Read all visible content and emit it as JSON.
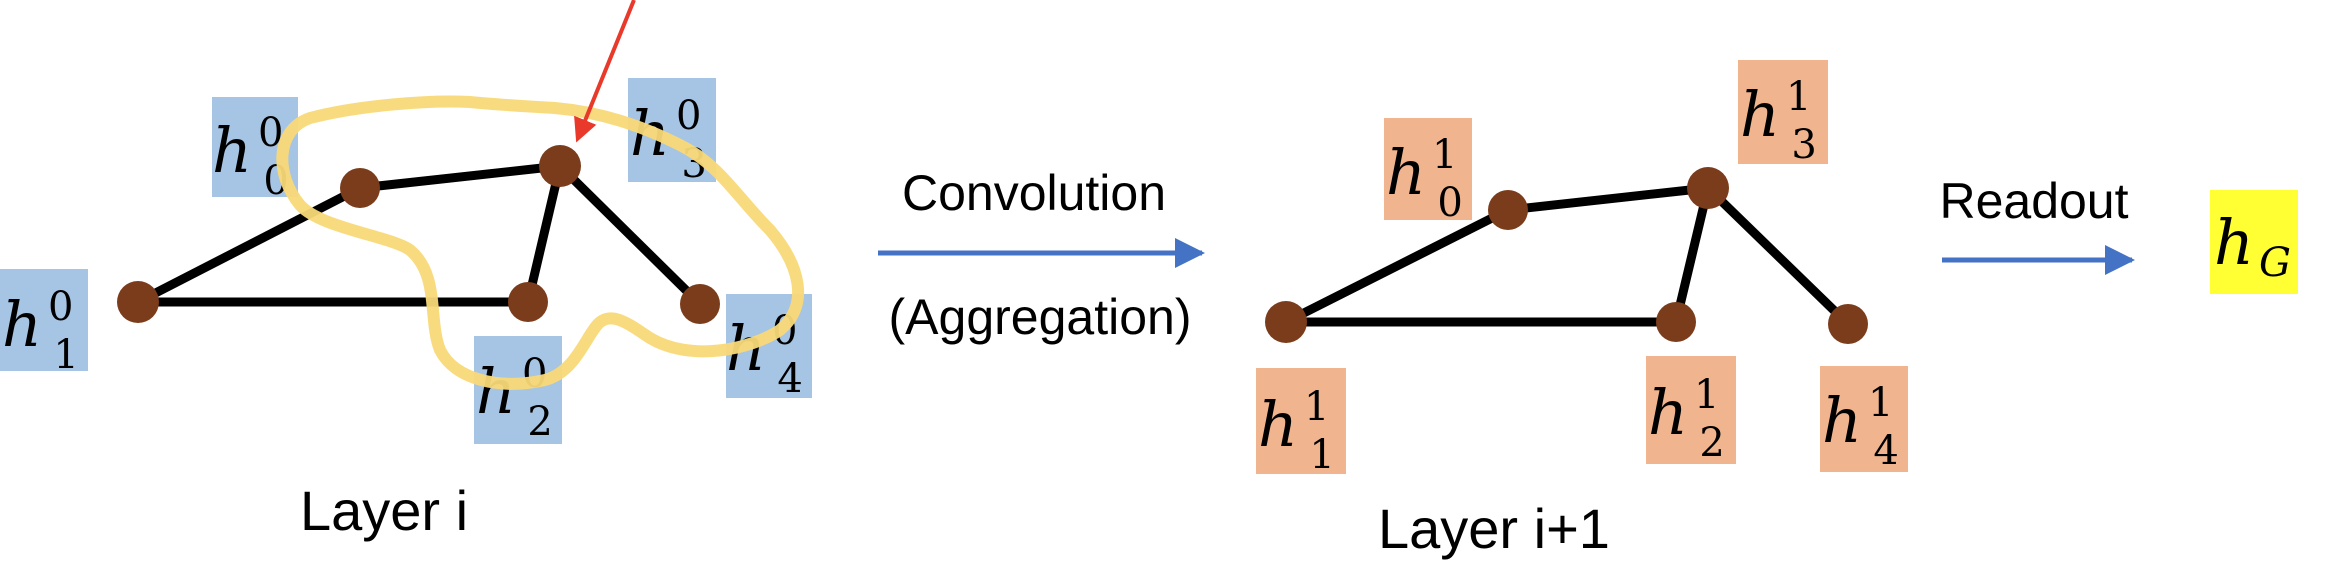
{
  "captions": {
    "layer_i": "Layer i",
    "layer_i1": "Layer i+1",
    "convolution": "Convolution",
    "aggregation": "(Aggregation)",
    "readout": "Readout"
  },
  "labels": {
    "h00": {
      "base": "h",
      "sub": "0",
      "sup": "0"
    },
    "h10": {
      "base": "h",
      "sub": "1",
      "sup": "0"
    },
    "h20": {
      "base": "h",
      "sub": "2",
      "sup": "0"
    },
    "h30": {
      "base": "h",
      "sub": "3",
      "sup": "0"
    },
    "h40": {
      "base": "h",
      "sub": "4",
      "sup": "0"
    },
    "h01": {
      "base": "h",
      "sub": "0",
      "sup": "1"
    },
    "h11": {
      "base": "h",
      "sub": "1",
      "sup": "1"
    },
    "h21": {
      "base": "h",
      "sub": "2",
      "sup": "1"
    },
    "h31": {
      "base": "h",
      "sub": "3",
      "sup": "1"
    },
    "h41": {
      "base": "h",
      "sub": "4",
      "sup": "1"
    },
    "hG": {
      "base": "h",
      "sub": "G",
      "sup": ""
    }
  },
  "colors": {
    "layer_i_box": "#a6c4e3",
    "layer_i1_box": "#f0b48e",
    "readout_box": "#ffff33",
    "node": "#7b3c1b",
    "edge": "#000000",
    "arrow": "#4472c4",
    "highlight_stroke": "#f9d978",
    "pointer_arrow": "#e8392a"
  }
}
